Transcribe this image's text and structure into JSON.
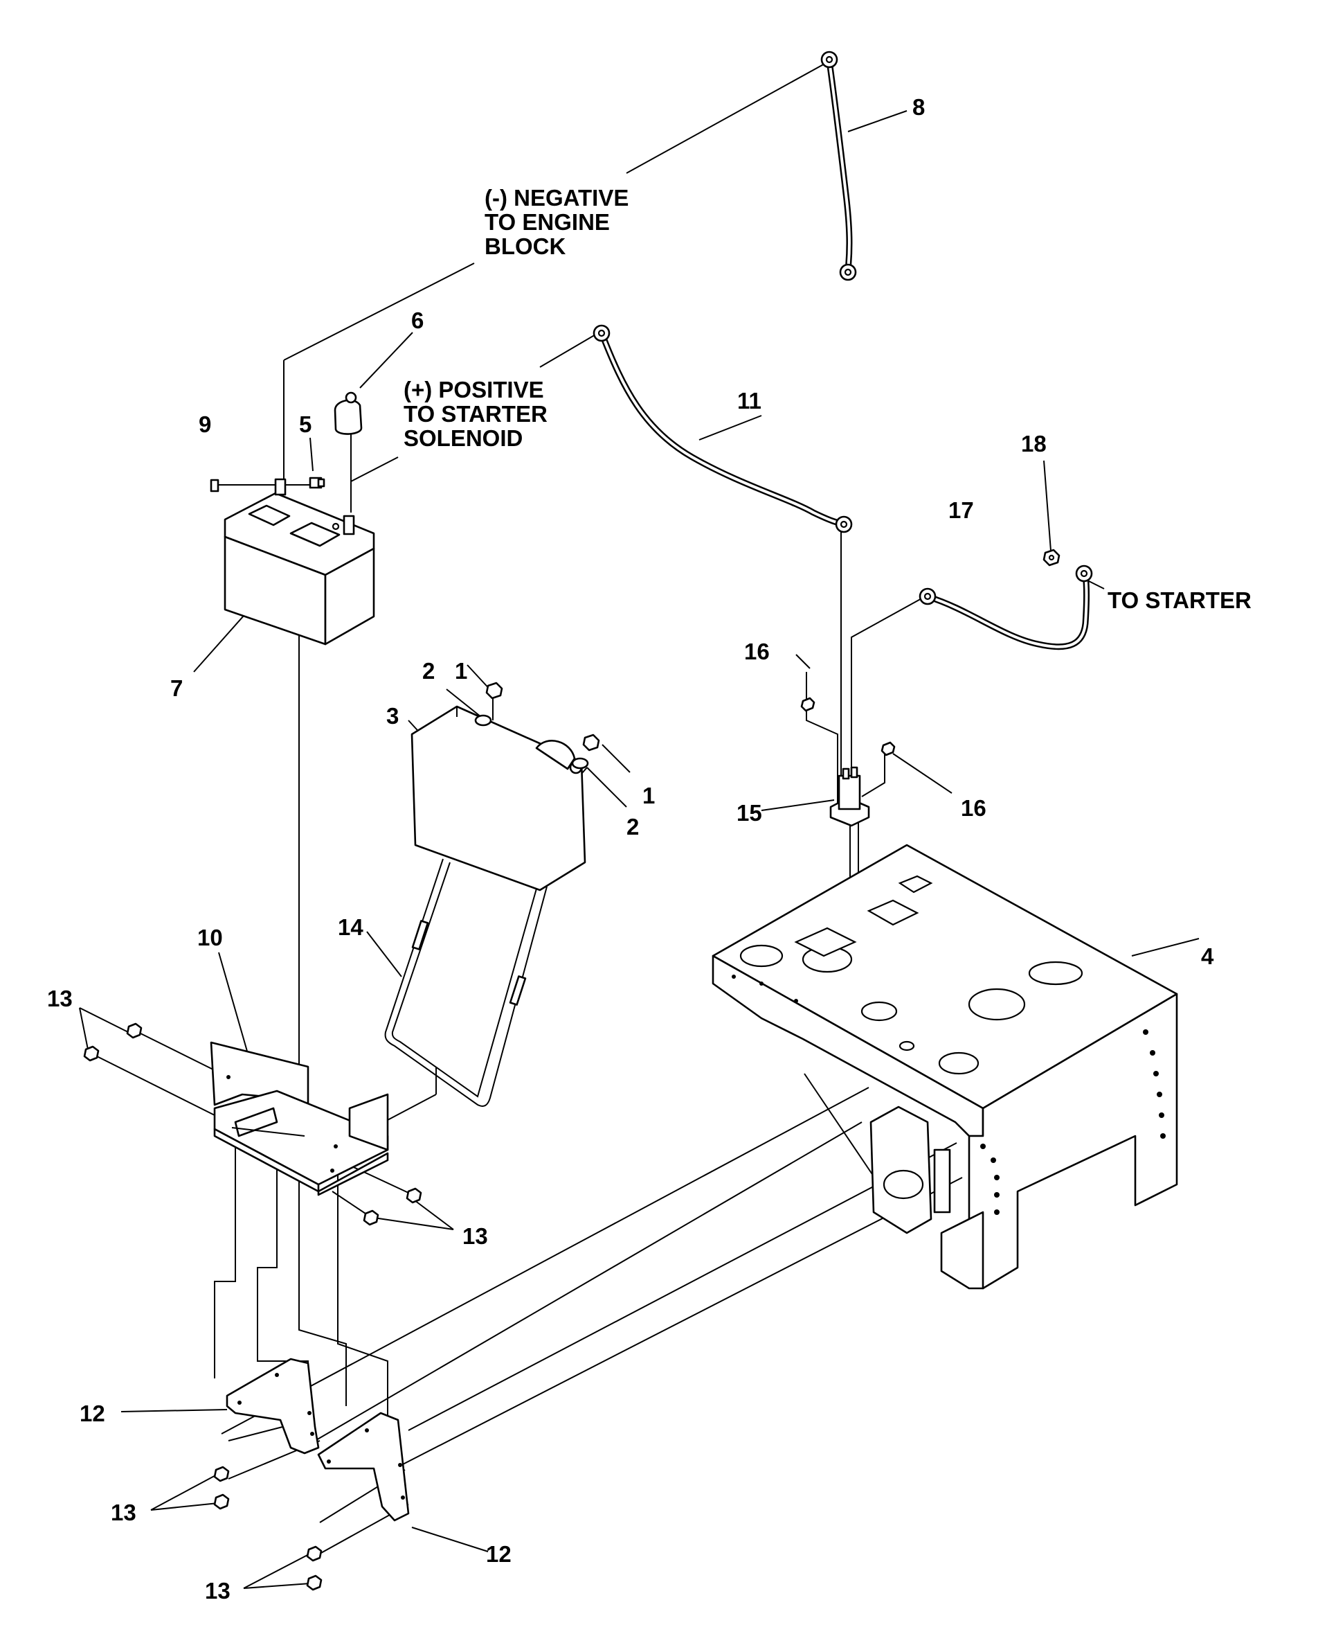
{
  "callouts": {
    "c1a": "1",
    "c1b": "1",
    "c2a": "2",
    "c2b": "2",
    "c3": "3",
    "c4": "4",
    "c5": "5",
    "c6": "6",
    "c7": "7",
    "c8": "8",
    "c9": "9",
    "c10": "10",
    "c11": "11",
    "c12a": "12",
    "c12b": "12",
    "c13a": "13",
    "c13b": "13",
    "c13c": "13",
    "c13d": "13",
    "c14": "14",
    "c15": "15",
    "c16a": "16",
    "c16b": "16",
    "c17": "17",
    "c18": "18"
  },
  "notes": {
    "negative": [
      "(-) NEGATIVE",
      "TO ENGINE",
      "BLOCK"
    ],
    "positive": [
      "(+) POSITIVE",
      "TO STARTER",
      "SOLENOID"
    ],
    "to_starter": "TO STARTER"
  }
}
